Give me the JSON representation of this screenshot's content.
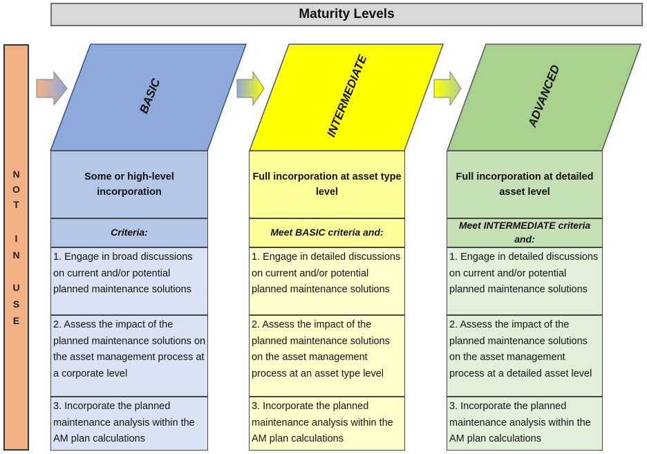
{
  "title": "Maturity Levels",
  "not_in_use": [
    "N",
    "O",
    "T",
    "I",
    "N",
    "U",
    "S",
    "E"
  ],
  "colors": {
    "basic_shape": "#8eaadb",
    "basic_head": "#b4c7e7",
    "basic_body": "#dae3f3",
    "inter_shape": "#ffff00",
    "inter_head": "#ffff99",
    "inter_body": "#ffffcc",
    "adv_shape": "#a9d18e",
    "adv_head": "#c5e0b4",
    "adv_body": "#e2f0d9",
    "not_in_use": "#f4b183"
  },
  "levels": [
    {
      "name": "BASIC",
      "heading": "Some or high-level incorporation",
      "criteria": "Criteria:",
      "items": [
        "1. Engage in broad discussions on current and/or potential planned maintenance solutions",
        "2. Assess the impact of the planned maintenance solutions on the asset management process at a corporate level",
        "3. Incorporate the planned maintenance analysis within the AM plan calculations"
      ]
    },
    {
      "name": "INTERMEDIATE",
      "heading": "Full incorporation at asset type level",
      "criteria": "Meet BASIC criteria and:",
      "items": [
        "1. Engage in detailed discussions on current and/or potential planned maintenance solutions",
        "2. Assess the impact of the planned maintenance solutions on the asset management process at an asset type level",
        "3. Incorporate the planned maintenance analysis within the AM plan calculations"
      ]
    },
    {
      "name": "ADVANCED",
      "heading": "Full incorporation at detailed asset level",
      "criteria": "Meet INTERMEDIATE criteria and:",
      "items": [
        "1. Engage in detailed discussions on current and/or potential planned maintenance solutions",
        "2. Assess the impact of the planned maintenance solutions on the asset management process at a detailed asset level",
        "3. Incorporate the planned maintenance analysis within the AM plan calculations"
      ]
    }
  ]
}
